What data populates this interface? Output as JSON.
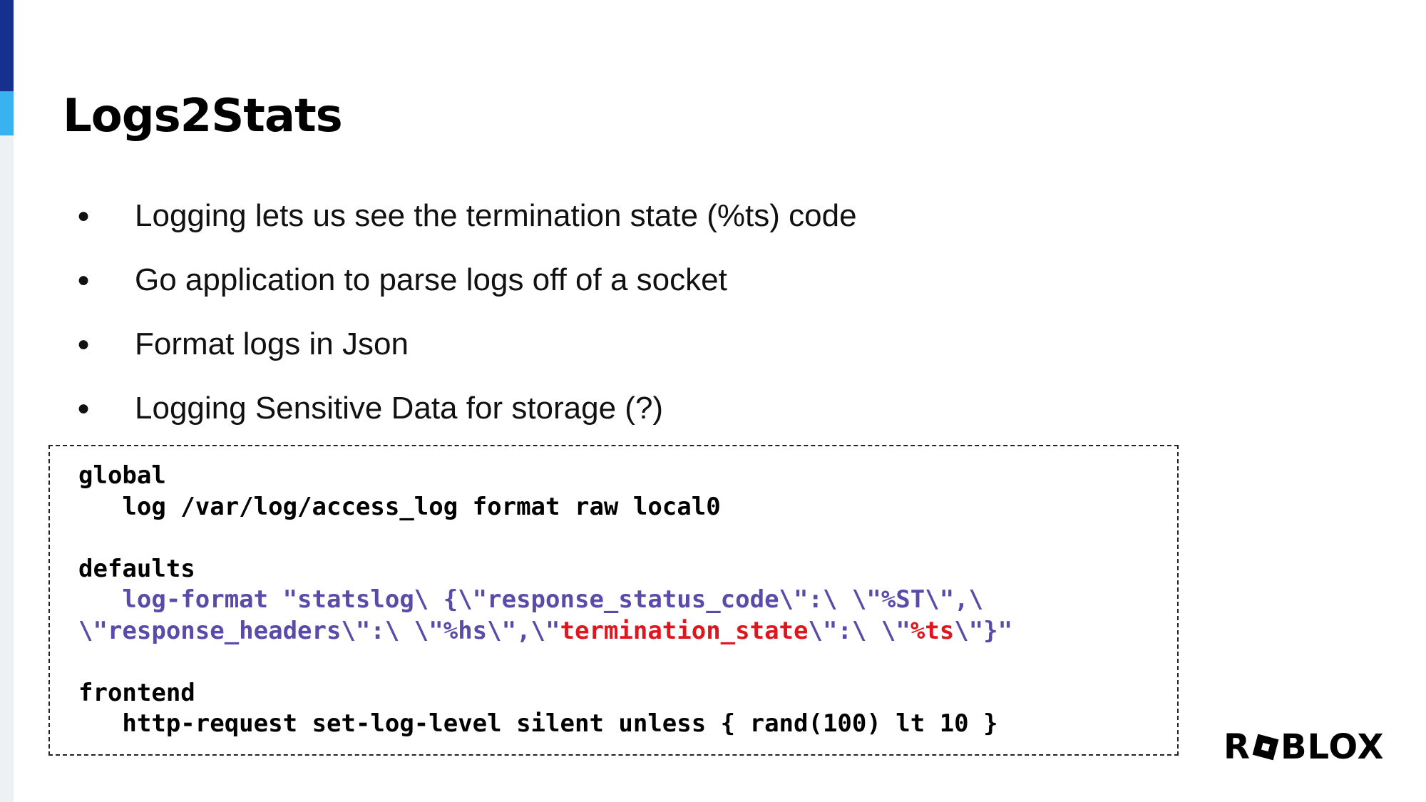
{
  "slide": {
    "title": "Logs2Stats",
    "bullets": [
      "Logging lets us see the termination state (%ts) code",
      "Go application to parse logs off of a socket",
      "Format logs in Json",
      "Logging Sensitive Data for storage (?)"
    ],
    "bullet_glyph": "●"
  },
  "code": {
    "l1": "global",
    "l2": "   log /var/log/access_log format raw local0",
    "l4": "defaults",
    "l5": "   log-format \"statslog\\ {\\\"response_status_code\\\":\\ \\\"%ST\\\",\\",
    "l6_a": "\\\"response_headers\\\":\\ \\\"%hs\\\",\\\"",
    "l6_b": "termination_state",
    "l6_c": "\\\":\\ \\\"",
    "l6_d": "%ts",
    "l6_e": "\\\"}\"",
    "l8": "frontend",
    "l9": "   http-request set-log-level silent unless { rand(100) lt 10 }"
  },
  "logo": {
    "part1": "R",
    "part2": "BLOX"
  },
  "colors": {
    "accent_dark": "#16308f",
    "accent_light": "#38b3f0",
    "code_purple": "#5b4ba8",
    "code_red": "#e0161f"
  }
}
